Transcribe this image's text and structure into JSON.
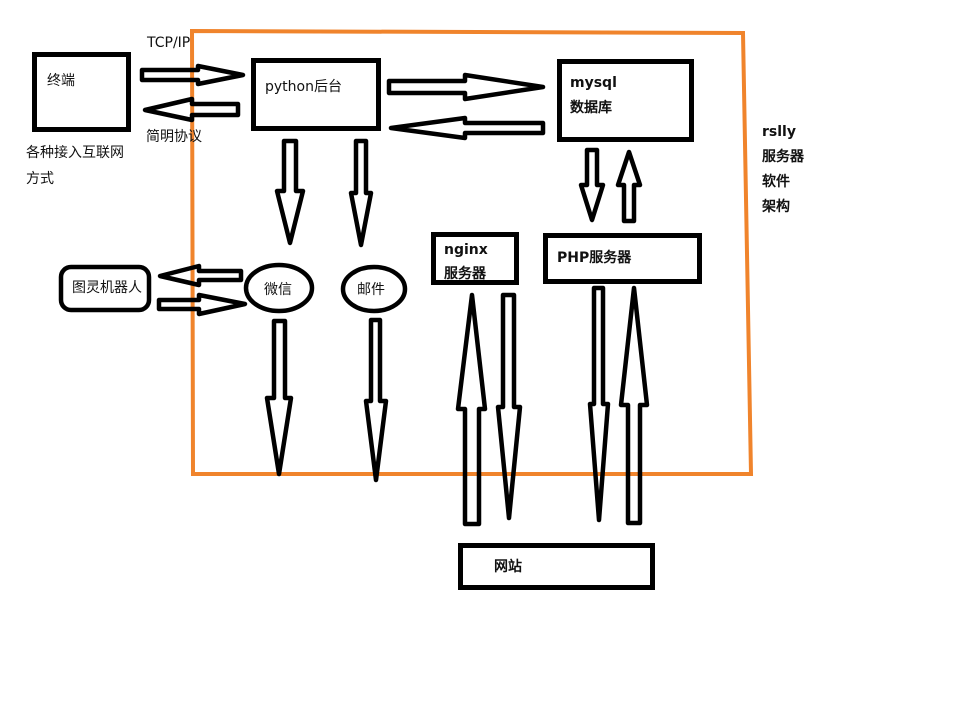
{
  "diagram": {
    "title": "rslly 服务器软件架构",
    "colors": {
      "stroke": "#000000",
      "frame": "#f0842c",
      "background": "#ffffff"
    },
    "frame_label": [
      "rslly",
      "服务器",
      "软件",
      "架构"
    ],
    "nodes": {
      "terminal": {
        "label": "终端",
        "caption_line1": "各种接入互联网",
        "caption_line2": "方式"
      },
      "python": {
        "label": "python后台"
      },
      "mysql": {
        "label_line1": "mysql",
        "label_line2": "数据库"
      },
      "turing": {
        "label": "图灵机器人"
      },
      "wechat": {
        "label": "微信"
      },
      "mail": {
        "label": "邮件"
      },
      "nginx": {
        "label_line1": "nginx",
        "label_line2": "服务器"
      },
      "php": {
        "label": "PHP服务器"
      },
      "website": {
        "label": "网站"
      }
    },
    "edge_labels": {
      "tcp": "TCP/IP",
      "protocol": "简明协议"
    },
    "edges": [
      {
        "from": "terminal",
        "to": "python"
      },
      {
        "from": "python",
        "to": "terminal"
      },
      {
        "from": "python",
        "to": "mysql"
      },
      {
        "from": "mysql",
        "to": "python"
      },
      {
        "from": "python",
        "to": "wechat"
      },
      {
        "from": "python",
        "to": "mail"
      },
      {
        "from": "wechat",
        "to": "turing"
      },
      {
        "from": "turing",
        "to": "wechat"
      },
      {
        "from": "mysql",
        "to": "php"
      },
      {
        "from": "php",
        "to": "mysql"
      },
      {
        "from": "website",
        "to": "nginx"
      },
      {
        "from": "nginx",
        "to": "website"
      },
      {
        "from": "php",
        "to": "website"
      },
      {
        "from": "website",
        "to": "php"
      },
      {
        "from": "wechat",
        "to": "outside"
      },
      {
        "from": "mail",
        "to": "outside"
      }
    ]
  }
}
